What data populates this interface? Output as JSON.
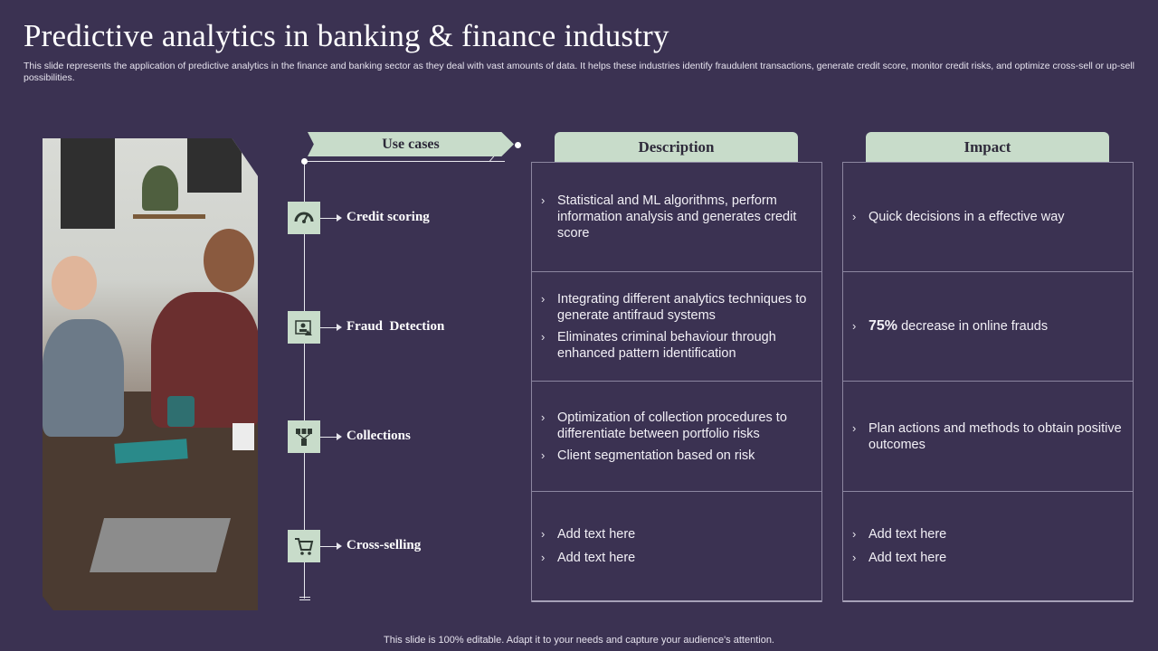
{
  "title": "Predictive analytics in banking & finance industry",
  "subtitle": "This slide represents the application of predictive analytics in the finance and banking sector as they deal with vast amounts of data. It helps these industries identify fraudulent transactions, generate credit score, monitor credit risks, and optimize cross-sell or up-sell possibilities.",
  "headers": {
    "use_cases": "Use cases",
    "description": "Description",
    "impact": "Impact"
  },
  "rows": [
    {
      "use_case": "Credit scoring",
      "icon": "gauge-icon",
      "description": [
        "Statistical and ML algorithms, perform information analysis and generates credit score"
      ],
      "impact": [
        "Quick decisions in a effective way"
      ]
    },
    {
      "use_case": "Fraud  Detection",
      "icon": "fraud-id-icon",
      "description": [
        "Integrating different analytics techniques to generate antifraud systems",
        "Eliminates criminal behaviour through enhanced pattern identification"
      ],
      "impact_highlight": "75%",
      "impact": [
        "decrease in online frauds"
      ]
    },
    {
      "use_case": "Collections",
      "icon": "data-collection-icon",
      "description": [
        "Optimization of collection procedures to differentiate between portfolio risks",
        "Client segmentation based on risk"
      ],
      "impact": [
        "Plan actions and methods to obtain positive outcomes"
      ]
    },
    {
      "use_case": "Cross-selling",
      "icon": "shopping-cart-icon",
      "description": [
        "Add text here",
        "Add text here"
      ],
      "impact": [
        "Add text here",
        "Add text here"
      ]
    }
  ],
  "footer": "This slide is 100% editable. Adapt it to your needs and capture your audience's attention.",
  "colors": {
    "background": "#3b3252",
    "accent": "#c8dcca",
    "grid_line": "#8c86a0"
  }
}
